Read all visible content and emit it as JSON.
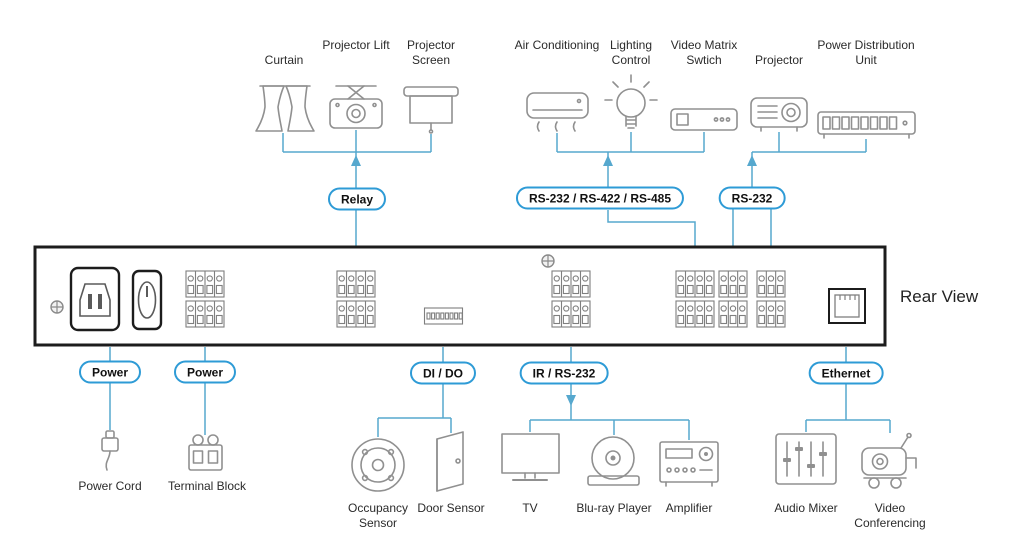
{
  "colors": {
    "connector_line": "#56a8ce",
    "pill_border": "#2e9bd6",
    "device_icon": "#909090",
    "panel_outline": "#1c1c1c"
  },
  "rear_view_label": "Rear View",
  "top_devices": [
    {
      "id": "curtain",
      "label": "Curtain"
    },
    {
      "id": "projector-lift",
      "label": "Projector Lift"
    },
    {
      "id": "projector-screen",
      "label": "Projector Screen"
    },
    {
      "id": "air-conditioning",
      "label": "Air Conditioning"
    },
    {
      "id": "lighting-control",
      "label": "Lighting Control"
    },
    {
      "id": "video-matrix-switch",
      "label": "Video Matrix Swtich"
    },
    {
      "id": "projector",
      "label": "Projector"
    },
    {
      "id": "power-distribution-unit",
      "label": "Power Distribution Unit"
    }
  ],
  "port_pills": {
    "relay": "Relay",
    "rs_multi": "RS-232 / RS-422 / RS-485",
    "rs232": "RS-232",
    "power_1": "Power",
    "power_2": "Power",
    "di_do": "DI / DO",
    "ir_rs232": "IR / RS-232",
    "ethernet": "Ethernet"
  },
  "bottom_devices": [
    {
      "id": "power-cord",
      "label": "Power Cord"
    },
    {
      "id": "terminal-block",
      "label": "Terminal Block"
    },
    {
      "id": "occupancy-sensor",
      "label": "Occupancy Sensor"
    },
    {
      "id": "door-sensor",
      "label": "Door Sensor"
    },
    {
      "id": "tv",
      "label": "TV"
    },
    {
      "id": "blu-ray-player",
      "label": "Blu-ray Player"
    },
    {
      "id": "amplifier",
      "label": "Amplifier"
    },
    {
      "id": "audio-mixer",
      "label": "Audio Mixer"
    },
    {
      "id": "video-conferencing",
      "label": "Video Conferencing"
    }
  ]
}
